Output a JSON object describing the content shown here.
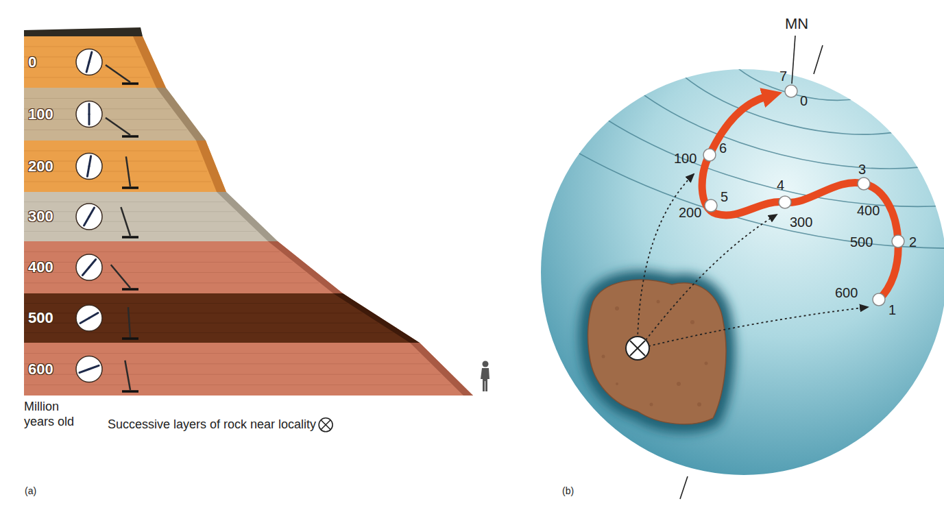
{
  "diagram": {
    "nodes": [
      {
        "text": [
          "0"
        ]
      },
      {
        "text": [
          "100"
        ]
      },
      {
        "text": [
          "200"
        ]
      },
      {
        "text": [
          "300"
        ]
      },
      {
        "text": [
          "400"
        ]
      },
      {
        "text": [
          "500"
        ]
      },
      {
        "text": [
          "600"
        ]
      }
    ],
    "labels": [
      "Million years old",
      "Successive layers of rock near locality",
      "(a)",
      "MN",
      "7",
      "0",
      "6",
      "100",
      "5",
      "200",
      "4",
      "300",
      "3",
      "400",
      "500",
      "2",
      "600",
      "1",
      "(b)"
    ]
  }
}
